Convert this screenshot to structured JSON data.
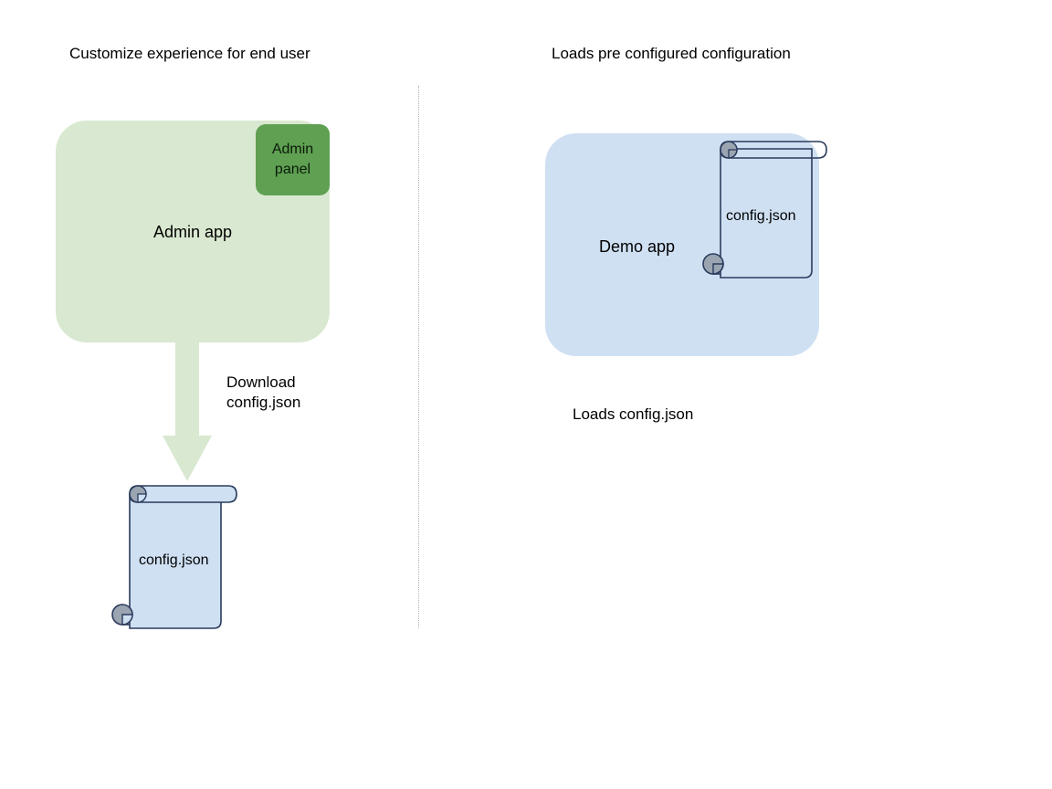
{
  "columns": {
    "left": {
      "heading": "Customize experience for end user",
      "app": {
        "name": "Admin app",
        "panel_label": "Admin\npanel",
        "fill": "#d9e8d0",
        "panel_fill": "#5fa052"
      },
      "arrow": {
        "label": "Download\nconfig.json",
        "fill": "#d9e8d0",
        "direction": "down"
      },
      "document": {
        "name": "config.json",
        "fill": "#cfe0f3",
        "stroke": "#2a3b5c",
        "curl_fill": "#9aa5b1"
      }
    },
    "right": {
      "heading": "Loads pre configured configuration",
      "app": {
        "name": "Demo app",
        "fill": "#cfe0f3"
      },
      "document": {
        "name": "config.json",
        "fill": "transparent",
        "stroke": "#2a3b5c",
        "curl_fill": "#9aa5b1"
      },
      "caption": "Loads config.json"
    }
  },
  "divider": {
    "style": "dotted",
    "color": "#b3b3b3"
  }
}
